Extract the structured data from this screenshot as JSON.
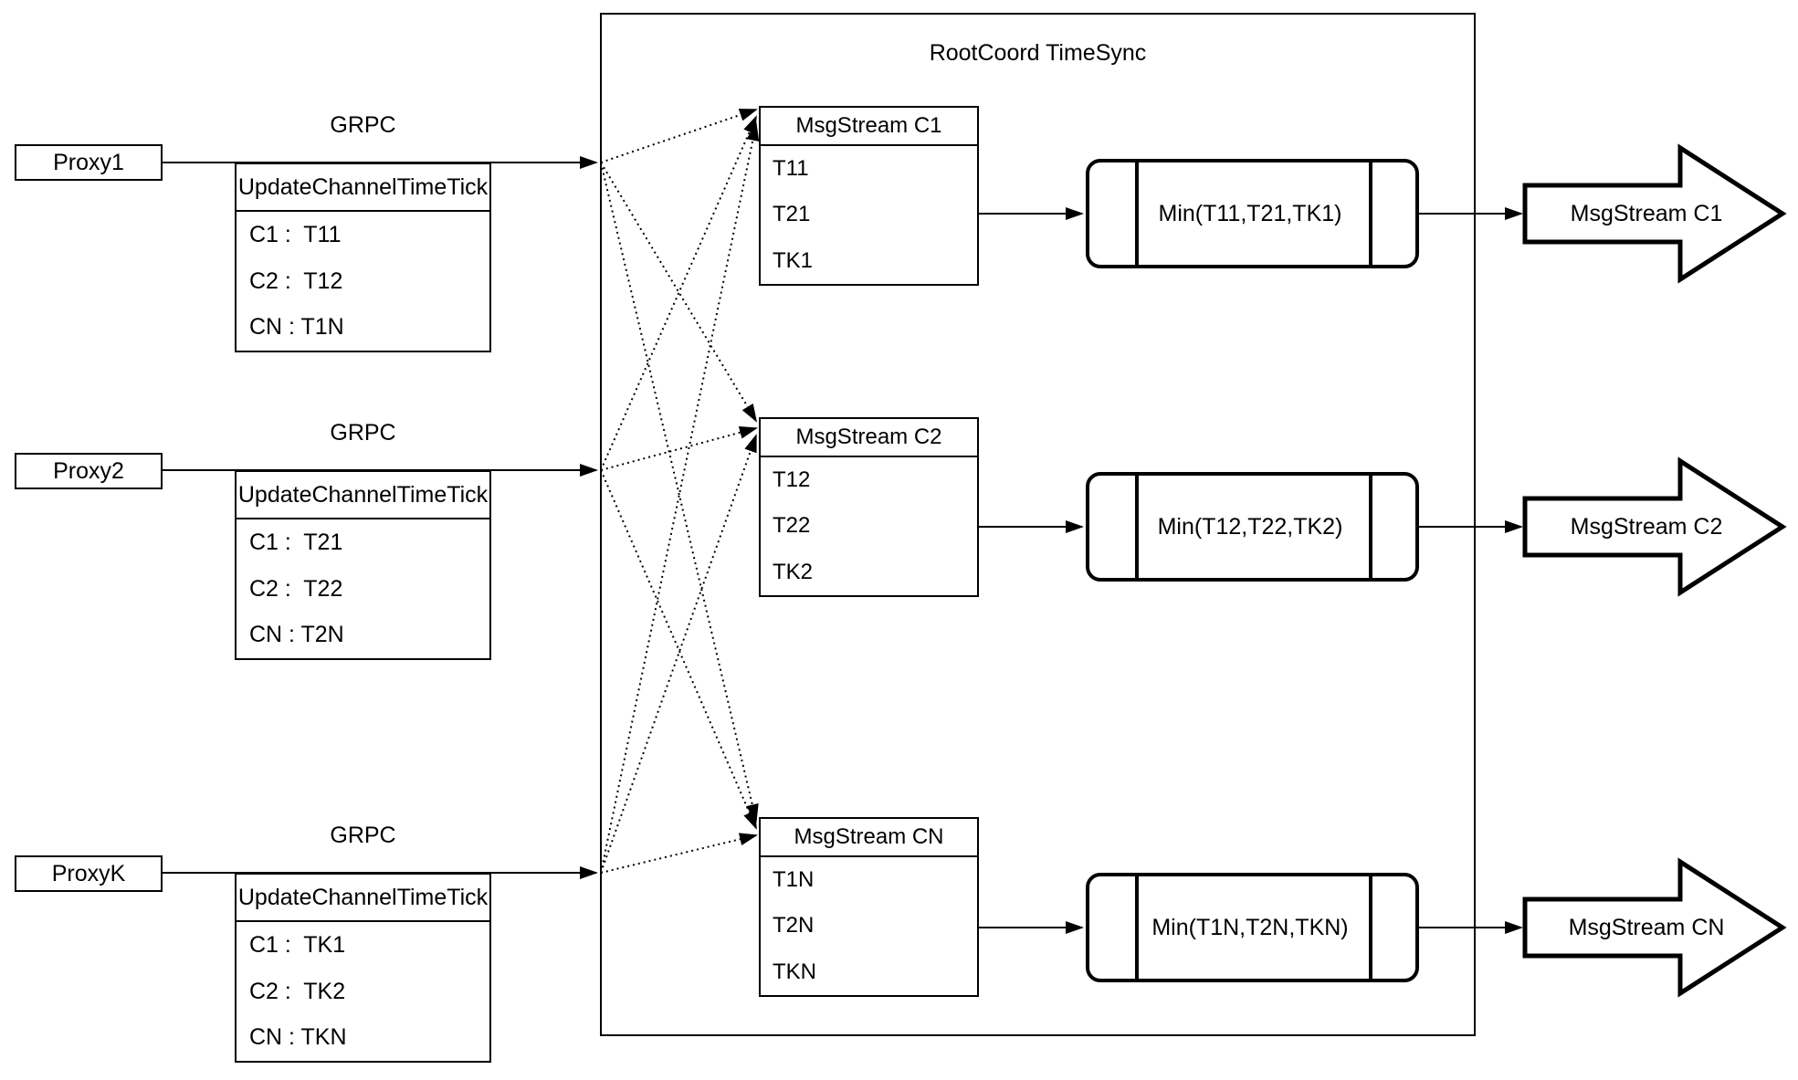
{
  "diagram": {
    "title": "RootCoord TimeSync",
    "rows": [
      {
        "proxy_label": "Proxy1",
        "grpc_label": "GRPC",
        "update_header": "UpdateChannelTimeTick",
        "update_rows": [
          "C1 :  T11",
          "C2 :  T12",
          "CN : T1N"
        ],
        "stream_header": "MsgStream C1",
        "stream_rows": [
          "T11",
          "T21",
          "TK1"
        ],
        "min_label": "Min(T11,T21,TK1)",
        "output_label": "MsgStream C1"
      },
      {
        "proxy_label": "Proxy2",
        "grpc_label": "GRPC",
        "update_header": "UpdateChannelTimeTick",
        "update_rows": [
          "C1 :  T21",
          "C2 :  T22",
          "CN : T2N"
        ],
        "stream_header": "MsgStream C2",
        "stream_rows": [
          "T12",
          "T22",
          "TK2"
        ],
        "min_label": "Min(T12,T22,TK2)",
        "output_label": "MsgStream C2"
      },
      {
        "proxy_label": "ProxyK",
        "grpc_label": "GRPC",
        "update_header": "UpdateChannelTimeTick",
        "update_rows": [
          "C1 :  TK1",
          "C2 :  TK2",
          "CN : TKN"
        ],
        "stream_header": "MsgStream CN",
        "stream_rows": [
          "T1N",
          "T2N",
          "TKN"
        ],
        "min_label": "Min(T1N,T2N,TKN)",
        "output_label": "MsgStream CN"
      }
    ],
    "colors": {
      "line": "#000000",
      "background": "#ffffff"
    }
  }
}
